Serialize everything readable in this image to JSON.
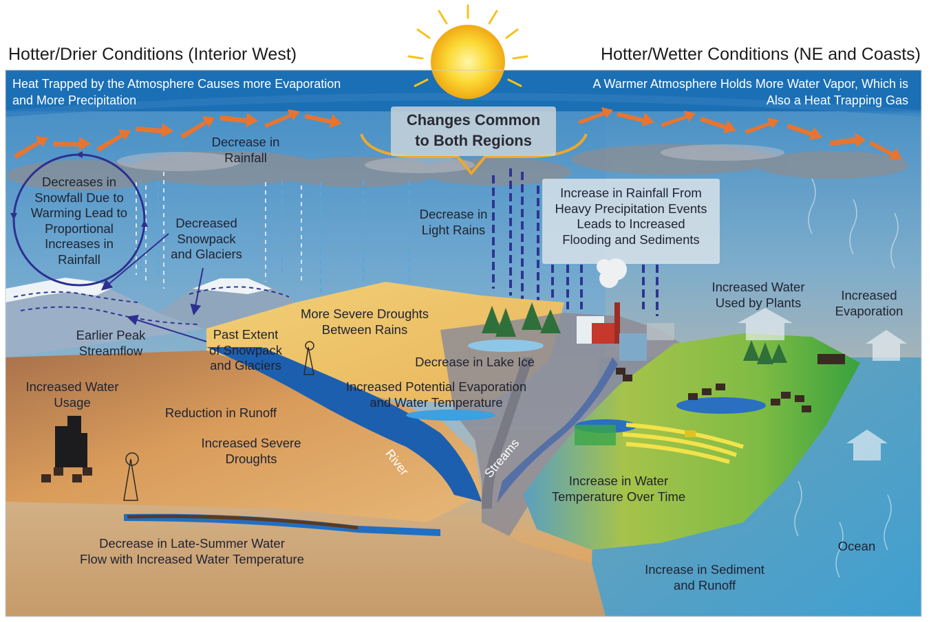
{
  "headers": {
    "left_title": "Hotter/Drier Conditions (Interior West)",
    "right_title": "Hotter/Wetter Conditions (NE and Coasts)"
  },
  "top_band": {
    "left_caption": [
      "Heat Trapped by the Atmosphere Causes more Evaporation",
      "and More Precipitation"
    ],
    "right_caption": [
      "A Warmer Atmosphere Holds More Water Vapor, Which is",
      "Also a Heat Trapping Gas"
    ]
  },
  "center_box": [
    "Changes Common",
    "to Both Regions"
  ],
  "labels": {
    "decrease_rainfall": [
      "Decrease in",
      "Rainfall"
    ],
    "snowfall_cycle": [
      "Decreases in",
      "Snowfall Due to",
      "Warming  Lead to",
      "Proportional",
      "Increases in",
      "Rainfall"
    ],
    "snowpack": [
      "Decreased",
      "Snowpack",
      "and Glaciers"
    ],
    "light_rains": [
      "Decrease in",
      "Light Rains"
    ],
    "heavy_precip": [
      "Increase in Rainfall From",
      "Heavy Precipitation Events",
      "Leads to Increased",
      "Flooding and Sediments"
    ],
    "plants": [
      "Increased Water",
      "Used by Plants"
    ],
    "evaporation": [
      "Increased",
      "Evaporation"
    ],
    "droughts_between": [
      "More Severe Droughts",
      "Between Rains"
    ],
    "past_extent": [
      "Past Extent",
      "of Snowpack",
      "and Glaciers"
    ],
    "earlier_peak": [
      "Earlier Peak",
      "Streamflow"
    ],
    "lake_ice": [
      "Decrease in Lake Ice"
    ],
    "potential_evap": [
      "Increased Potential Evaporation",
      "and Water Temperature"
    ],
    "water_usage": [
      "Increased Water",
      "Usage"
    ],
    "runoff": [
      "Reduction in Runoff"
    ],
    "severe_droughts": [
      "Increased Severe",
      "Droughts"
    ],
    "river": "River",
    "streams": "Streams",
    "water_temp": [
      "Increase in Water",
      "Temperature Over Time"
    ],
    "late_summer": [
      "Decrease in Late-Summer Water",
      "Flow with Increased Water Temperature"
    ],
    "ocean": "Ocean",
    "sediment": [
      "Increase in Sediment",
      "and Runoff"
    ]
  },
  "colors": {
    "band": "#1b6fb4",
    "sky_top": "#4f94c7",
    "sky_horizon": "#e6a257",
    "desert": "#e3ac65",
    "green_land": "#7ab93d",
    "ocean": "#4b9fc5",
    "river": "#1d5faf",
    "arrow": "#e8752f",
    "cycle_circle": "#2e2f8f",
    "sun": "#f9cf2b"
  }
}
